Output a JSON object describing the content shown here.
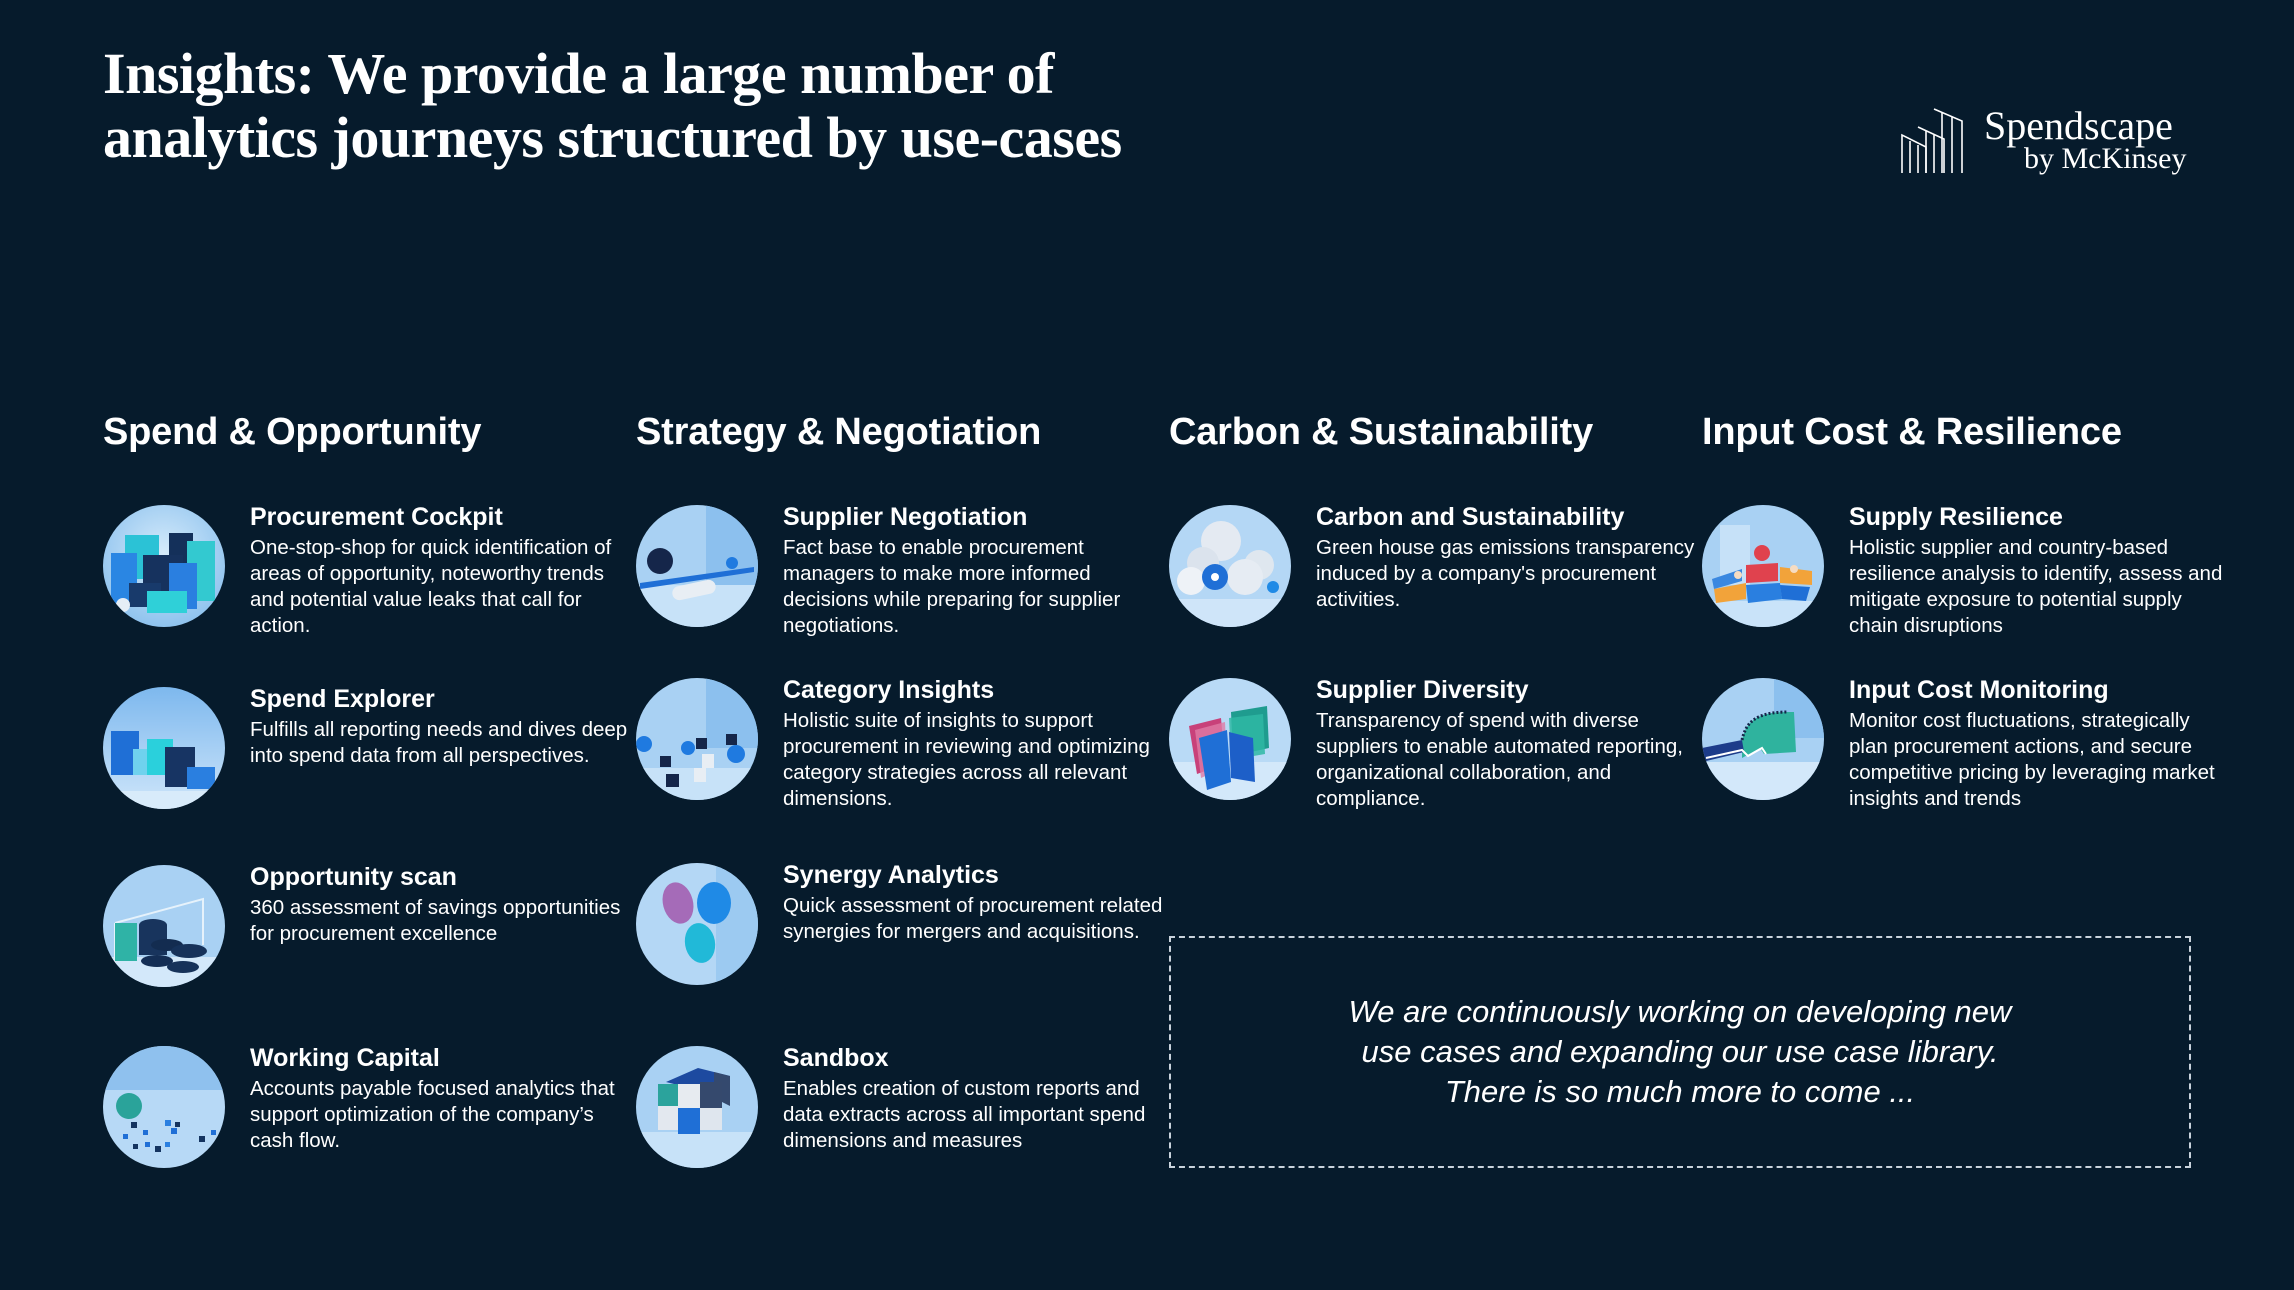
{
  "header": {
    "title_line1": "Insights: We provide a large number of",
    "title_line2": "analytics journeys structured by use-cases"
  },
  "logo": {
    "icon": "buildings-skyline-icon",
    "name": "Spendscape",
    "byline": "by McKinsey"
  },
  "colors": {
    "background": "#061b2c",
    "text": "#ffffff",
    "icon_light": "#bfdcf5",
    "icon_blue": "#1e7be0",
    "icon_navy": "#14305a",
    "icon_teal": "#2fc7c9"
  },
  "columns": [
    {
      "header": "Spend & Opportunity",
      "items": [
        {
          "title": "Procurement Cockpit",
          "icon": "cubes-cylinders-icon",
          "description": "One-stop-shop for quick identification of areas of opportunity, noteworthy trends and potential value leaks that call for action."
        },
        {
          "title": "Spend Explorer",
          "icon": "bar-blocks-icon",
          "description": "Fulfills all reporting needs and dives deep into spend data from all perspectives."
        },
        {
          "title": "Opportunity scan",
          "icon": "discs-frame-icon",
          "description": "360 assessment of savings opportunities for procurement excellence"
        },
        {
          "title": "Working Capital",
          "icon": "sphere-scattered-cubes-icon",
          "description": "Accounts payable focused analytics that support optimization of the company’s cash flow."
        }
      ]
    },
    {
      "header": "Strategy & Negotiation",
      "items": [
        {
          "title": "Supplier Negotiation",
          "icon": "balance-seesaw-icon",
          "description": "Fact base to enable procurement managers to make more informed decisions while preparing for supplier negotiations."
        },
        {
          "title": "Category Insights",
          "icon": "spheres-cubes-icon",
          "description": "Holistic suite of insights to support procurement in reviewing and optimizing category strategies across all relevant dimensions."
        },
        {
          "title": "Synergy Analytics",
          "icon": "three-discs-icon",
          "description": "Quick assessment of procurement related synergies for mergers and acquisitions."
        },
        {
          "title": "Sandbox",
          "icon": "rubik-cube-icon",
          "description": "Enables creation of custom reports and data extracts across all important spend dimensions and measures"
        }
      ]
    },
    {
      "header": "Carbon & Sustainability",
      "items": [
        {
          "title": "Carbon and Sustainability",
          "icon": "molecule-cloud-icon",
          "description": "Green house gas emissions transparency induced by a company's procurement activities."
        },
        {
          "title": "Supplier Diversity",
          "icon": "fanned-cards-icon",
          "description": "Transparency of spend with diverse suppliers to enable automated reporting, organizational collaboration, and compliance."
        }
      ]
    },
    {
      "header": "Input Cost & Resilience",
      "items": [
        {
          "title": "Supply Resilience",
          "icon": "tiles-sphere-icon",
          "description": "Holistic supplier and country-based resilience analysis to identify, assess and mitigate exposure to potential supply chain disruptions"
        },
        {
          "title": "Input Cost Monitoring",
          "icon": "cost-curve-icon",
          "description": "Monitor cost fluctuations, strategically plan procurement actions, and secure competitive pricing by leveraging market insights and trends"
        }
      ]
    }
  ],
  "note": {
    "line1": "We are continuously working on developing new",
    "line2": "use cases and expanding our use case library.",
    "line3": "There is so much more to come ..."
  }
}
